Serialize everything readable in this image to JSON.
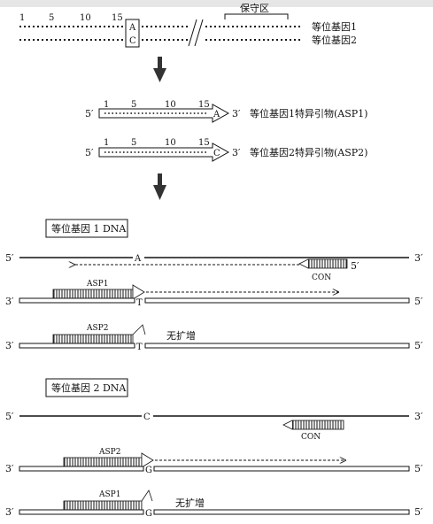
{
  "conserved_region_label": "保守区",
  "allele1_label": "等位基因1",
  "allele2_label": "等位基因2",
  "positions": [
    "1",
    "5",
    "10",
    "15"
  ],
  "snp_allele1_base": "A",
  "snp_allele2_base": "C",
  "primer1_label": "等位基因1特异引物(ASP1)",
  "primer2_label": "等位基因2特异引物(ASP2)",
  "primer1_base": "A",
  "primer2_base": "C",
  "end5": "5′",
  "end3": "3′",
  "box1_title": "等位基因 1 DNA",
  "box2_title": "等位基因 2 DNA",
  "template1_top_base": "A",
  "template1_bottom_base": "T",
  "template2_top_base": "C",
  "template2_bottom_base": "G",
  "con_label": "CON",
  "asp1_label": "ASP1",
  "asp2_label": "ASP2",
  "no_amp_label": "无扩增",
  "colors": {
    "ink": "#111111",
    "box_border": "#111111",
    "background": "#ffffff",
    "top_bar": "#e6e6e6"
  }
}
